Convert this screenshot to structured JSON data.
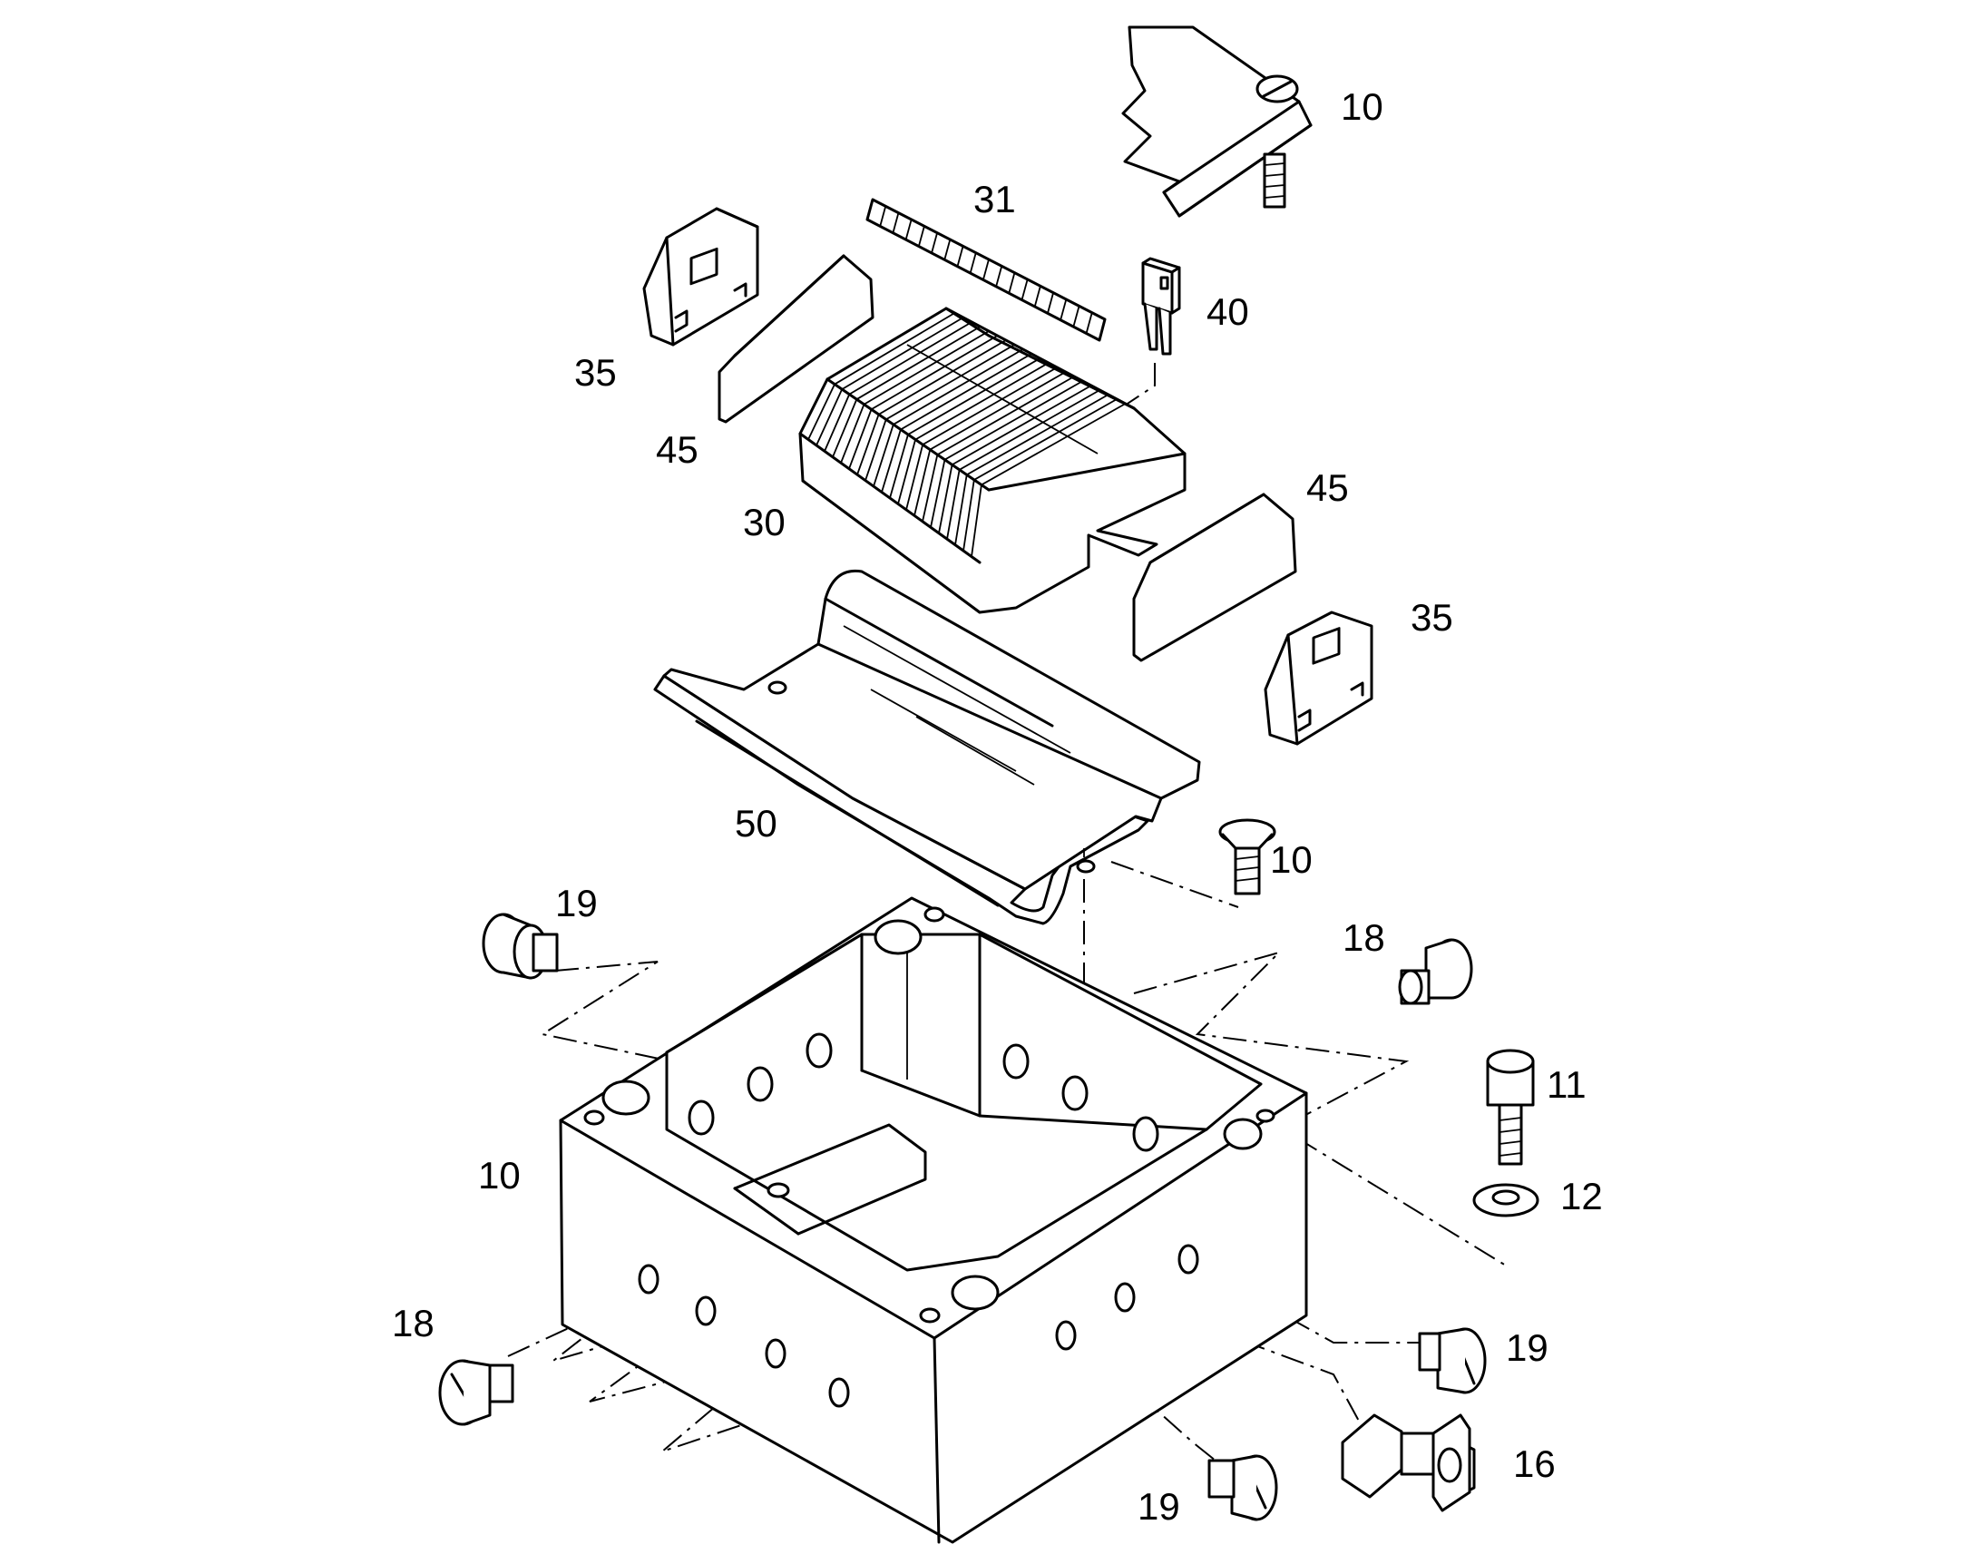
{
  "diagram": {
    "callouts": [
      {
        "id": "c-10-cover",
        "label": "10"
      },
      {
        "id": "c-31",
        "label": "31"
      },
      {
        "id": "c-40",
        "label": "40"
      },
      {
        "id": "c-35-left",
        "label": "35"
      },
      {
        "id": "c-45-left",
        "label": "45"
      },
      {
        "id": "c-30",
        "label": "30"
      },
      {
        "id": "c-45-right",
        "label": "45"
      },
      {
        "id": "c-35-right",
        "label": "35"
      },
      {
        "id": "c-50",
        "label": "50"
      },
      {
        "id": "c-10-screw",
        "label": "10"
      },
      {
        "id": "c-19-topleft",
        "label": "19"
      },
      {
        "id": "c-18-topright",
        "label": "18"
      },
      {
        "id": "c-11",
        "label": "11"
      },
      {
        "id": "c-10-box",
        "label": "10"
      },
      {
        "id": "c-12",
        "label": "12"
      },
      {
        "id": "c-18-left",
        "label": "18"
      },
      {
        "id": "c-19-right",
        "label": "19"
      },
      {
        "id": "c-16",
        "label": "16"
      },
      {
        "id": "c-19-bottom",
        "label": "19"
      }
    ]
  }
}
